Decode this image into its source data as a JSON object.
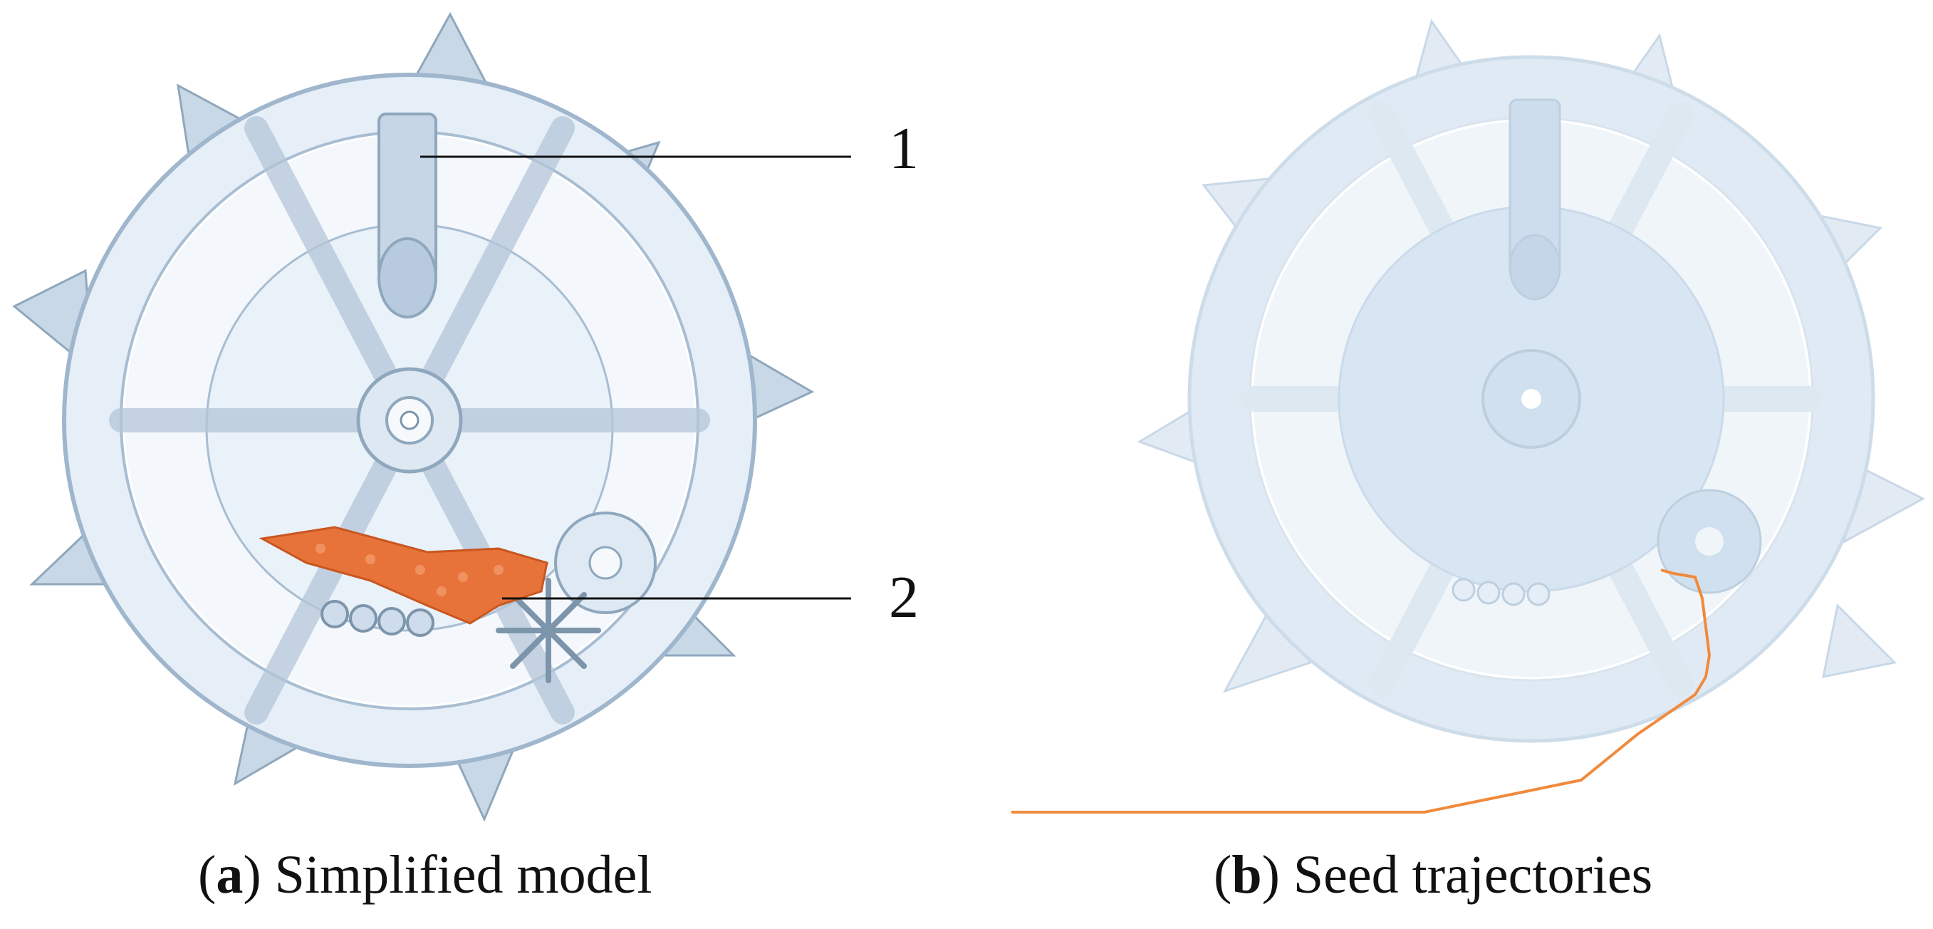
{
  "panels": {
    "a": {
      "letter": "a",
      "label": "Simplified model"
    },
    "b": {
      "letter": "b",
      "label": "Seed trajectories"
    }
  },
  "callouts": {
    "one": "1",
    "two": "2"
  },
  "colors": {
    "wheel_stroke": "#9fb6cc",
    "wheel_fill": "#e3edf7",
    "wheel_faded": "#cfe0f0",
    "seed_orange": "#e8733a",
    "trajectory": "#f08a3c"
  },
  "icons": {
    "seed-wheel": "seeding-wheel-drawing",
    "seed-mass": "seed-particles"
  }
}
